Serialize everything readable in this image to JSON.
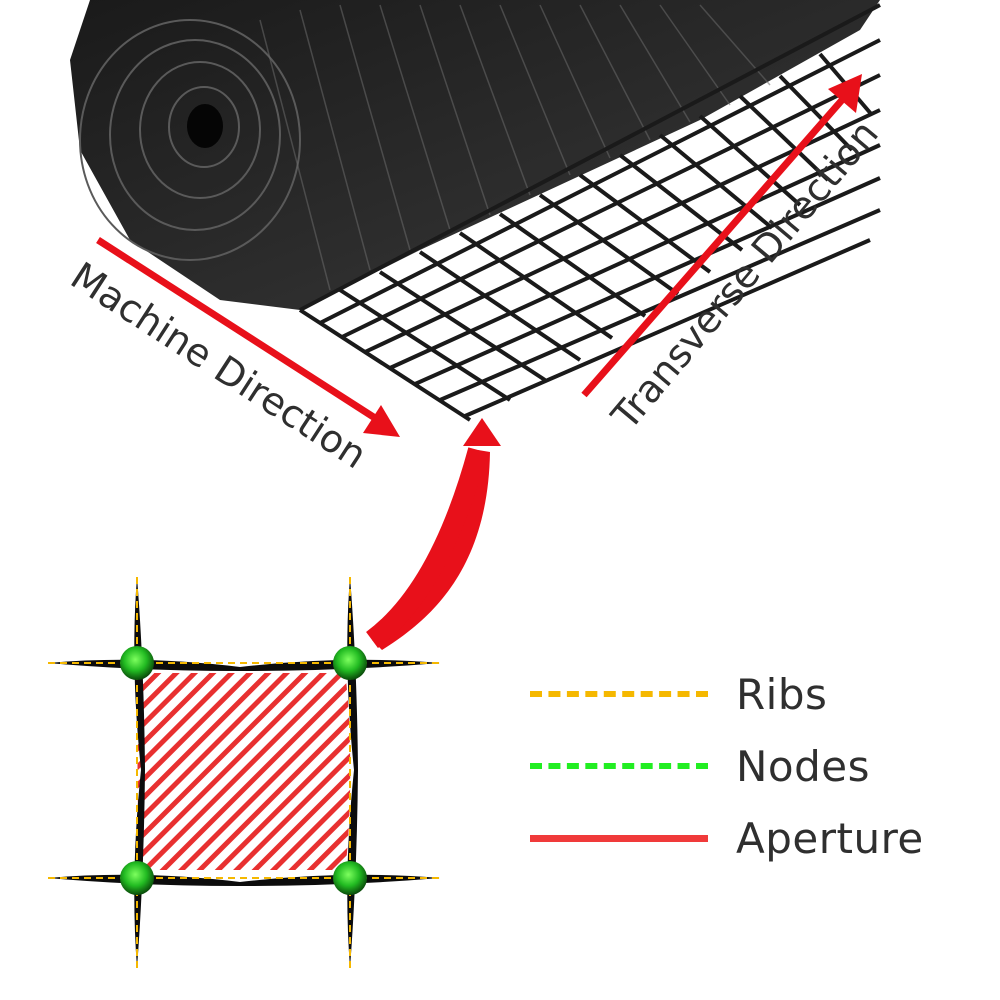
{
  "labels": {
    "machine_direction": "Machine Direction",
    "transverse_direction": "Transverse Direction"
  },
  "legend": [
    {
      "label": "Ribs",
      "style": "dashed",
      "color": "#f5b800"
    },
    {
      "label": "Nodes",
      "style": "dashed",
      "color": "#22ee22"
    },
    {
      "label": "Aperture",
      "style": "solid",
      "color": "#f03a3a"
    }
  ],
  "colors": {
    "arrow": "#e8101a",
    "rib": "#0c0c0c",
    "rib_centerline": "#f5b800",
    "node": "#22cc22",
    "aperture_hatch": "#e83030"
  }
}
